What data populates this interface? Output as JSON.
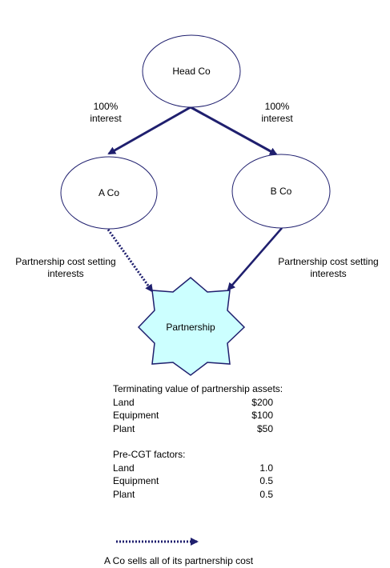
{
  "nodes": {
    "head_co": "Head Co",
    "a_co": "A Co",
    "b_co": "B Co",
    "partnership": "Partnership"
  },
  "edges": {
    "left_interest": [
      "100%",
      "interest"
    ],
    "right_interest": [
      "100%",
      "interest"
    ],
    "left_cost_setting": [
      "Partnership cost setting",
      "interests"
    ],
    "right_cost_setting": [
      "Partnership cost setting",
      "interests"
    ]
  },
  "terminating": {
    "heading": "Terminating value of partnership assets:",
    "rows": [
      {
        "name": "Land",
        "value": "$200"
      },
      {
        "name": "Equipment",
        "value": "$100"
      },
      {
        "name": "Plant",
        "value": "$50"
      }
    ]
  },
  "pre_cgt": {
    "heading": "Pre-CGT factors:",
    "rows": [
      {
        "name": "Land",
        "value": "1.0"
      },
      {
        "name": "Equipment",
        "value": "0.5"
      },
      {
        "name": "Plant",
        "value": "0.5"
      }
    ]
  },
  "legend": {
    "dotted_label": "A Co sells all of its partnership cost"
  },
  "colors": {
    "arrow": "#1f1f6e",
    "partnership_fill": "#ccffff",
    "node_stroke": "#1f1f6e"
  }
}
